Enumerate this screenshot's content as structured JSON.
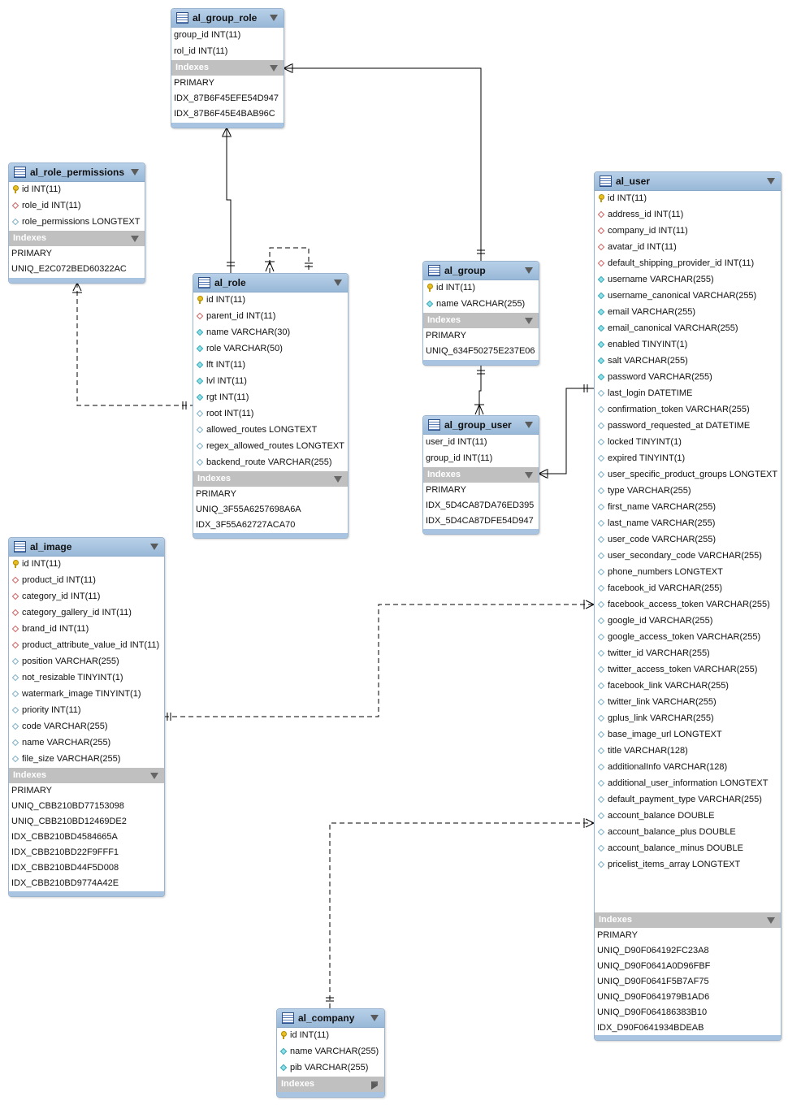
{
  "tables": {
    "al_group_role": {
      "name": "al_group_role",
      "columns": [
        {
          "text": "group_id INT(11)",
          "marker": "none"
        },
        {
          "text": "rol_id INT(11)",
          "marker": "none"
        }
      ],
      "indexes_label": "Indexes",
      "indexes": [
        "PRIMARY",
        "IDX_87B6F45EFE54D947",
        "IDX_87B6F45E4BAB96C"
      ]
    },
    "al_role_permissions": {
      "name": "al_role_permissions",
      "columns": [
        {
          "text": "id INT(11)",
          "marker": "key"
        },
        {
          "text": "role_id INT(11)",
          "marker": "fk"
        },
        {
          "text": "role_permissions LONGTEXT",
          "marker": "col"
        }
      ],
      "indexes_label": "Indexes",
      "indexes": [
        "PRIMARY",
        "UNIQ_E2C072BED60322AC"
      ]
    },
    "al_role": {
      "name": "al_role",
      "columns": [
        {
          "text": "id INT(11)",
          "marker": "key"
        },
        {
          "text": "parent_id INT(11)",
          "marker": "fk"
        },
        {
          "text": "name VARCHAR(30)",
          "marker": "idx"
        },
        {
          "text": "role VARCHAR(50)",
          "marker": "idx"
        },
        {
          "text": "lft INT(11)",
          "marker": "idx"
        },
        {
          "text": "lvl INT(11)",
          "marker": "idx"
        },
        {
          "text": "rgt INT(11)",
          "marker": "idx"
        },
        {
          "text": "root INT(11)",
          "marker": "col"
        },
        {
          "text": "allowed_routes LONGTEXT",
          "marker": "col"
        },
        {
          "text": "regex_allowed_routes LONGTEXT",
          "marker": "col"
        },
        {
          "text": "backend_route VARCHAR(255)",
          "marker": "col"
        }
      ],
      "indexes_label": "Indexes",
      "indexes": [
        "PRIMARY",
        "UNIQ_3F55A6257698A6A",
        "IDX_3F55A62727ACA70"
      ]
    },
    "al_group": {
      "name": "al_group",
      "columns": [
        {
          "text": "id INT(11)",
          "marker": "key"
        },
        {
          "text": "name VARCHAR(255)",
          "marker": "idx"
        }
      ],
      "indexes_label": "Indexes",
      "indexes": [
        "PRIMARY",
        "UNIQ_634F50275E237E06"
      ]
    },
    "al_group_user": {
      "name": "al_group_user",
      "columns": [
        {
          "text": "user_id INT(11)",
          "marker": "none"
        },
        {
          "text": "group_id INT(11)",
          "marker": "none"
        }
      ],
      "indexes_label": "Indexes",
      "indexes": [
        "PRIMARY",
        "IDX_5D4CA87DA76ED395",
        "IDX_5D4CA87DFE54D947"
      ]
    },
    "al_image": {
      "name": "al_image",
      "columns": [
        {
          "text": "id INT(11)",
          "marker": "key"
        },
        {
          "text": "product_id INT(11)",
          "marker": "fk"
        },
        {
          "text": "category_id INT(11)",
          "marker": "fk"
        },
        {
          "text": "category_gallery_id INT(11)",
          "marker": "fk"
        },
        {
          "text": "brand_id INT(11)",
          "marker": "fk"
        },
        {
          "text": "product_attribute_value_id INT(11)",
          "marker": "fk"
        },
        {
          "text": "position VARCHAR(255)",
          "marker": "col"
        },
        {
          "text": "not_resizable TINYINT(1)",
          "marker": "col"
        },
        {
          "text": "watermark_image TINYINT(1)",
          "marker": "col"
        },
        {
          "text": "priority INT(11)",
          "marker": "col"
        },
        {
          "text": "code VARCHAR(255)",
          "marker": "col"
        },
        {
          "text": "name VARCHAR(255)",
          "marker": "col"
        },
        {
          "text": "file_size VARCHAR(255)",
          "marker": "col"
        }
      ],
      "indexes_label": "Indexes",
      "indexes": [
        "PRIMARY",
        "UNIQ_CBB210BD77153098",
        "UNIQ_CBB210BD12469DE2",
        "IDX_CBB210BD4584665A",
        "IDX_CBB210BD22F9FFF1",
        "IDX_CBB210BD44F5D008",
        "IDX_CBB210BD9774A42E"
      ]
    },
    "al_user": {
      "name": "al_user",
      "columns": [
        {
          "text": "id INT(11)",
          "marker": "key"
        },
        {
          "text": "address_id INT(11)",
          "marker": "fk"
        },
        {
          "text": "company_id INT(11)",
          "marker": "fk"
        },
        {
          "text": "avatar_id INT(11)",
          "marker": "fk"
        },
        {
          "text": "default_shipping_provider_id INT(11)",
          "marker": "fk"
        },
        {
          "text": "username VARCHAR(255)",
          "marker": "idx"
        },
        {
          "text": "username_canonical VARCHAR(255)",
          "marker": "idx"
        },
        {
          "text": "email VARCHAR(255)",
          "marker": "idx"
        },
        {
          "text": "email_canonical VARCHAR(255)",
          "marker": "idx"
        },
        {
          "text": "enabled TINYINT(1)",
          "marker": "idx"
        },
        {
          "text": "salt VARCHAR(255)",
          "marker": "idx"
        },
        {
          "text": "password VARCHAR(255)",
          "marker": "idx"
        },
        {
          "text": "last_login DATETIME",
          "marker": "col"
        },
        {
          "text": "confirmation_token VARCHAR(255)",
          "marker": "col"
        },
        {
          "text": "password_requested_at DATETIME",
          "marker": "col"
        },
        {
          "text": "locked TINYINT(1)",
          "marker": "col"
        },
        {
          "text": "expired TINYINT(1)",
          "marker": "col"
        },
        {
          "text": "user_specific_product_groups LONGTEXT",
          "marker": "col"
        },
        {
          "text": "type VARCHAR(255)",
          "marker": "col"
        },
        {
          "text": "first_name VARCHAR(255)",
          "marker": "col"
        },
        {
          "text": "last_name VARCHAR(255)",
          "marker": "col"
        },
        {
          "text": "user_code VARCHAR(255)",
          "marker": "col"
        },
        {
          "text": "user_secondary_code VARCHAR(255)",
          "marker": "col"
        },
        {
          "text": "phone_numbers LONGTEXT",
          "marker": "col"
        },
        {
          "text": "facebook_id VARCHAR(255)",
          "marker": "col"
        },
        {
          "text": "facebook_access_token VARCHAR(255)",
          "marker": "col"
        },
        {
          "text": "google_id VARCHAR(255)",
          "marker": "col"
        },
        {
          "text": "google_access_token VARCHAR(255)",
          "marker": "col"
        },
        {
          "text": "twitter_id VARCHAR(255)",
          "marker": "col"
        },
        {
          "text": "twitter_access_token VARCHAR(255)",
          "marker": "col"
        },
        {
          "text": "facebook_link VARCHAR(255)",
          "marker": "col"
        },
        {
          "text": "twitter_link VARCHAR(255)",
          "marker": "col"
        },
        {
          "text": "gplus_link VARCHAR(255)",
          "marker": "col"
        },
        {
          "text": "base_image_url LONGTEXT",
          "marker": "col"
        },
        {
          "text": "title VARCHAR(128)",
          "marker": "col"
        },
        {
          "text": "additionalInfo VARCHAR(128)",
          "marker": "col"
        },
        {
          "text": "additional_user_information LONGTEXT",
          "marker": "col"
        },
        {
          "text": "default_payment_type VARCHAR(255)",
          "marker": "col"
        },
        {
          "text": "account_balance DOUBLE",
          "marker": "col"
        },
        {
          "text": "account_balance_plus DOUBLE",
          "marker": "col"
        },
        {
          "text": "account_balance_minus DOUBLE",
          "marker": "col"
        },
        {
          "text": "pricelist_items_array LONGTEXT",
          "marker": "col"
        }
      ],
      "indexes_label": "Indexes",
      "indexes": [
        "PRIMARY",
        "UNIQ_D90F064192FC23A8",
        "UNIQ_D90F0641A0D96FBF",
        "UNIQ_D90F0641F5B7AF75",
        "UNIQ_D90F0641979B1AD6",
        "UNIQ_D90F064186383B10",
        "IDX_D90F0641934BDEAB"
      ]
    },
    "al_company": {
      "name": "al_company",
      "columns": [
        {
          "text": "id INT(11)",
          "marker": "key"
        },
        {
          "text": "name VARCHAR(255)",
          "marker": "idx"
        },
        {
          "text": "pib VARCHAR(255)",
          "marker": "idx"
        }
      ],
      "indexes_label": "Indexes",
      "indexes": []
    }
  },
  "colors": {
    "header": "#98b8d8",
    "index_header": "#c0c0c0",
    "relationship_line": "#000000"
  }
}
